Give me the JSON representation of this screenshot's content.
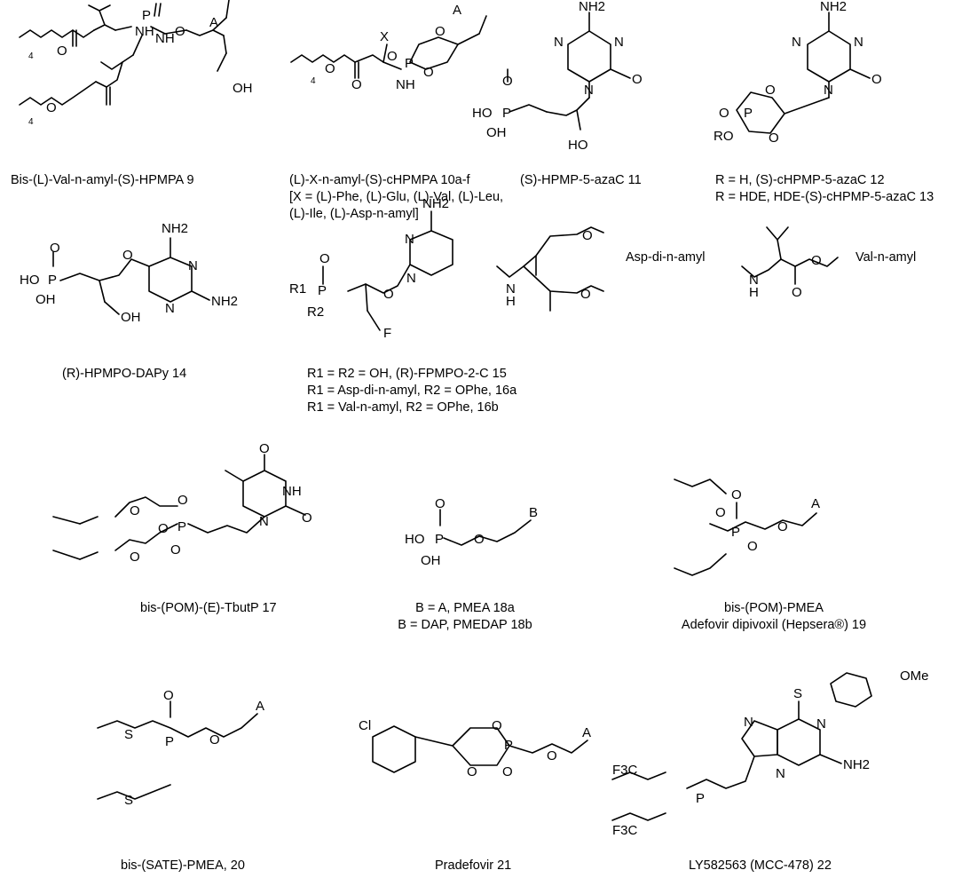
{
  "captions": {
    "c9": "Bis-(L)-Val-n-amyl-(S)-HPMPA 9",
    "c10_line1": "(L)-X-n-amyl-(S)-cHPMPA 10a-f",
    "c10_line2": "[X = (L)-Phe, (L)-Glu, (L)-Val, (L)-Leu,",
    "c10_line3": "(L)-Ile, (L)-Asp-n-amyl]",
    "c11": "(S)-HPMP-5-azaC 11",
    "c12": "R = H, (S)-cHPMP-5-azaC 12",
    "c13": "R = HDE, HDE-(S)-cHPMP-5-azaC 13",
    "c14": "(R)-HPMPO-DAPy 14",
    "c15": "R1 = R2 = OH, (R)-FPMPO-2-C 15",
    "c16a": "R1 = Asp-di-n-amyl, R2 = OPhe, 16a",
    "c16b": "R1 = Val-n-amyl, R2 = OPhe, 16b",
    "asp_label": "Asp-di-n-amyl",
    "val_label": "Val-n-amyl",
    "c17": "bis-(POM)-(E)-TbutP 17",
    "c18a": "B = A, PMEA 18a",
    "c18b": "B = DAP, PMEDAP 18b",
    "c19_line1": "bis-(POM)-PMEA",
    "c19_line2": "Adefovir dipivoxil (Hepsera®) 19",
    "c20": "bis-(SATE)-PMEA, 20",
    "c21": "Pradefovir 21",
    "c22": "LY582563 (MCC-478) 22"
  },
  "atoms": {
    "A": "A",
    "B": "B",
    "X": "X",
    "O": "O",
    "N": "N",
    "P": "P",
    "S": "S",
    "F": "F",
    "Cl": "Cl",
    "OH": "OH",
    "HO": "HO",
    "NH": "NH",
    "NH2": "NH2",
    "RO": "RO",
    "OMe": "OMe",
    "F3C": "F3C",
    "H": "H",
    "R1": "R1",
    "R2": "R2",
    "four": "4"
  }
}
